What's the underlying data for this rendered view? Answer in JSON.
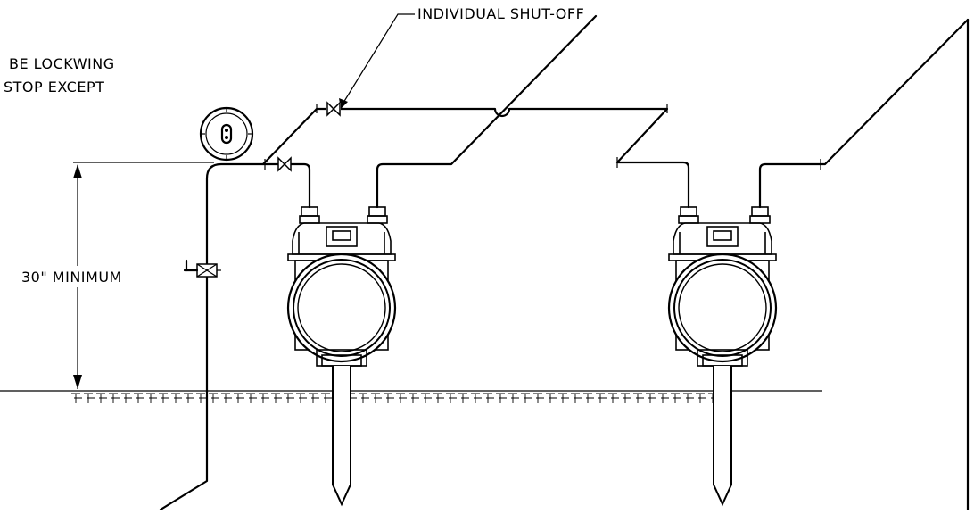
{
  "notes": {
    "line1": "BE LOCKWING",
    "line2": "STOP EXCEPT"
  },
  "callouts": {
    "shutoff": "INDIVIDUAL SHUT-OFF",
    "height": "30\" MINIMUM"
  }
}
